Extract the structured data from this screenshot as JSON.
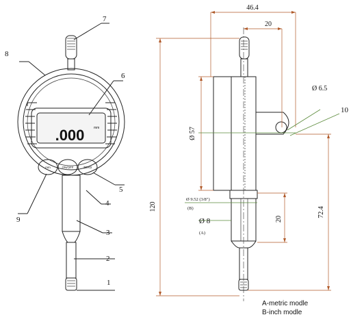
{
  "front_view": {
    "callouts": [
      "7",
      "8",
      "6",
      "5",
      "4",
      "3",
      "2",
      "1",
      "9"
    ],
    "display_value": ".000",
    "display_unit": "mm",
    "buttons": [
      "mm",
      "ON/OFF",
      "ZERO"
    ]
  },
  "side_view": {
    "dimensions": {
      "top_width": "46.4",
      "stem_offset": "20",
      "lug_diameter": "Ø 6.5",
      "callout_10": "10",
      "dial_diameter": "Ø 57",
      "stem_inch": "Ø 9.52 (3/8\")",
      "stem_inch_tag": "(B)",
      "stem_metric": "Ø 8",
      "stem_metric_tag": "(A)",
      "stem_length": "20",
      "total_height": "120",
      "tip_height": "72.4"
    },
    "legend": [
      "A-metric modle",
      "B-inch modle"
    ]
  }
}
